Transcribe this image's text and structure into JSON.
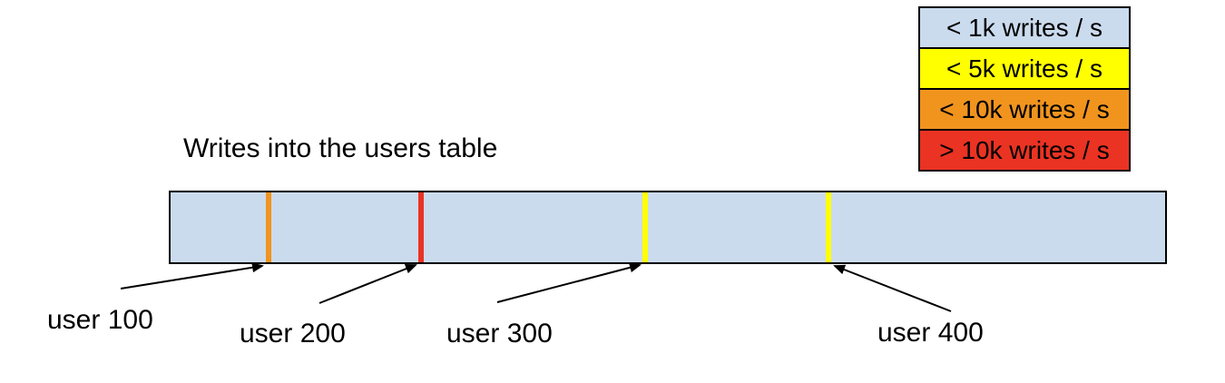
{
  "title": "Writes into the users table",
  "legend": {
    "items": [
      {
        "label": "< 1k writes / s",
        "color": "#cbdbee"
      },
      {
        "label": "< 5k writes / s",
        "color": "#ffff00"
      },
      {
        "label": "< 10k writes / s",
        "color": "#f0941e"
      },
      {
        "label": "> 10k writes / s",
        "color": "#ea3323"
      }
    ]
  },
  "bar": {
    "fill": "#cbdbee",
    "border_color": "#000000",
    "stripes": [
      {
        "user": "user 100",
        "rate": "< 10k writes / s",
        "color": "#f0941e"
      },
      {
        "user": "user 200",
        "rate": "> 10k writes / s",
        "color": "#ea3323"
      },
      {
        "user": "user 300",
        "rate": "< 5k writes / s",
        "color": "#ffff00"
      },
      {
        "user": "user 400",
        "rate": "< 5k writes / s",
        "color": "#ffff00"
      }
    ]
  },
  "labels": [
    {
      "text": "user 100"
    },
    {
      "text": "user 200"
    },
    {
      "text": "user 300"
    },
    {
      "text": "user 400"
    }
  ]
}
